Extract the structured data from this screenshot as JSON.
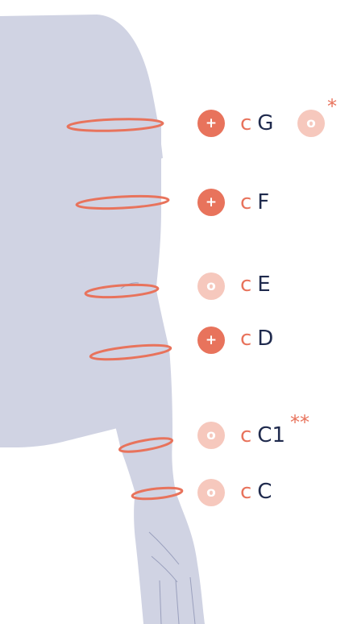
{
  "measurement_points": [
    {
      "symbol": "+",
      "prefix": "c",
      "code": "G",
      "extra_symbol": "o",
      "note": "*"
    },
    {
      "symbol": "+",
      "prefix": "c",
      "code": "F"
    },
    {
      "symbol": "o",
      "prefix": "c",
      "code": "E"
    },
    {
      "symbol": "+",
      "prefix": "c",
      "code": "D"
    },
    {
      "symbol": "o",
      "prefix": "c",
      "code": "C1",
      "note": "**"
    },
    {
      "symbol": "o",
      "prefix": "c",
      "code": "C"
    }
  ],
  "colors": {
    "accent": "#e8735c",
    "accent_light": "#f6c8bd",
    "skin": "#d0d3e3",
    "text_dark": "#1f2a4d"
  }
}
